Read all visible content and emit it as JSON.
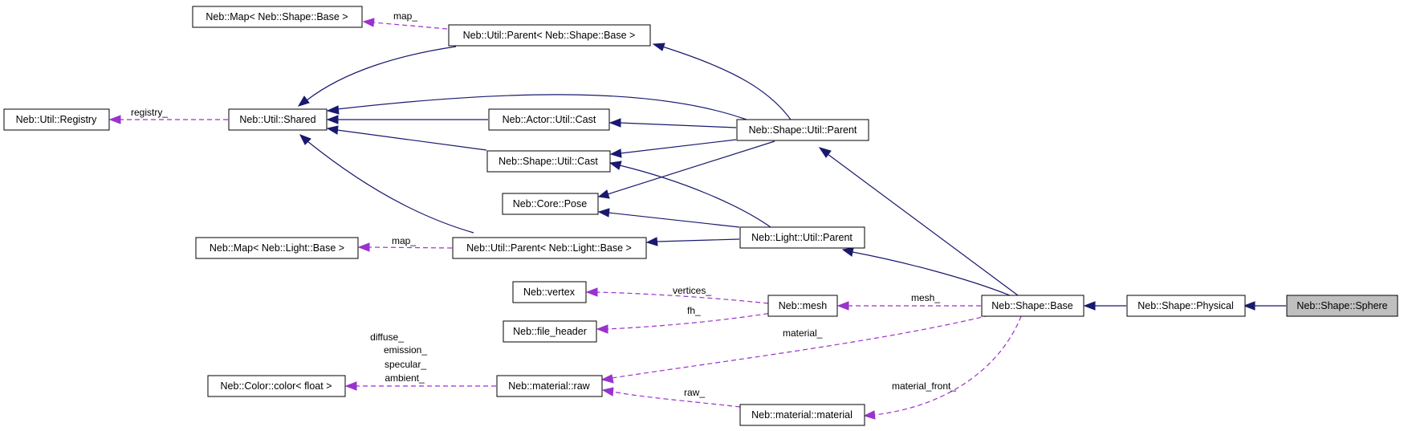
{
  "colors": {
    "inheritance_edge": "#191970",
    "usage_edge": "#9a32cd",
    "node_border": "#000000",
    "highlighted_node_fill": "#bfbfbf"
  },
  "nodes": {
    "map_shape": "Neb::Map< Neb::Shape::Base >",
    "parent_shape": "Neb::Util::Parent< Neb::Shape::Base >",
    "registry": "Neb::Util::Registry",
    "shared": "Neb::Util::Shared",
    "actor_cast": "Neb::Actor::Util::Cast",
    "shape_util_parent": "Neb::Shape::Util::Parent",
    "shape_cast": "Neb::Shape::Util::Cast",
    "pose": "Neb::Core::Pose",
    "map_light": "Neb::Map< Neb::Light::Base >",
    "parent_light": "Neb::Util::Parent< Neb::Light::Base >",
    "light_util_parent": "Neb::Light::Util::Parent",
    "vertex": "Neb::vertex",
    "mesh": "Neb::mesh",
    "shape_base": "Neb::Shape::Base",
    "shape_physical": "Neb::Shape::Physical",
    "shape_sphere": "Neb::Shape::Sphere",
    "file_header": "Neb::file_header",
    "color_float": "Neb::Color::color< float >",
    "material_raw": "Neb::material::raw",
    "material_material": "Neb::material::material"
  },
  "edge_labels": {
    "map_shape": "map_",
    "registry": "registry_",
    "map_light": "map_",
    "vertices": "vertices_",
    "fh": "fh_",
    "mesh": "mesh_",
    "material": "material_",
    "color_diffuse": "diffuse_",
    "color_emission": "emission_",
    "color_specular": "specular_",
    "color_ambient": "ambient_",
    "raw": "raw_",
    "material_front": "material_front_"
  }
}
